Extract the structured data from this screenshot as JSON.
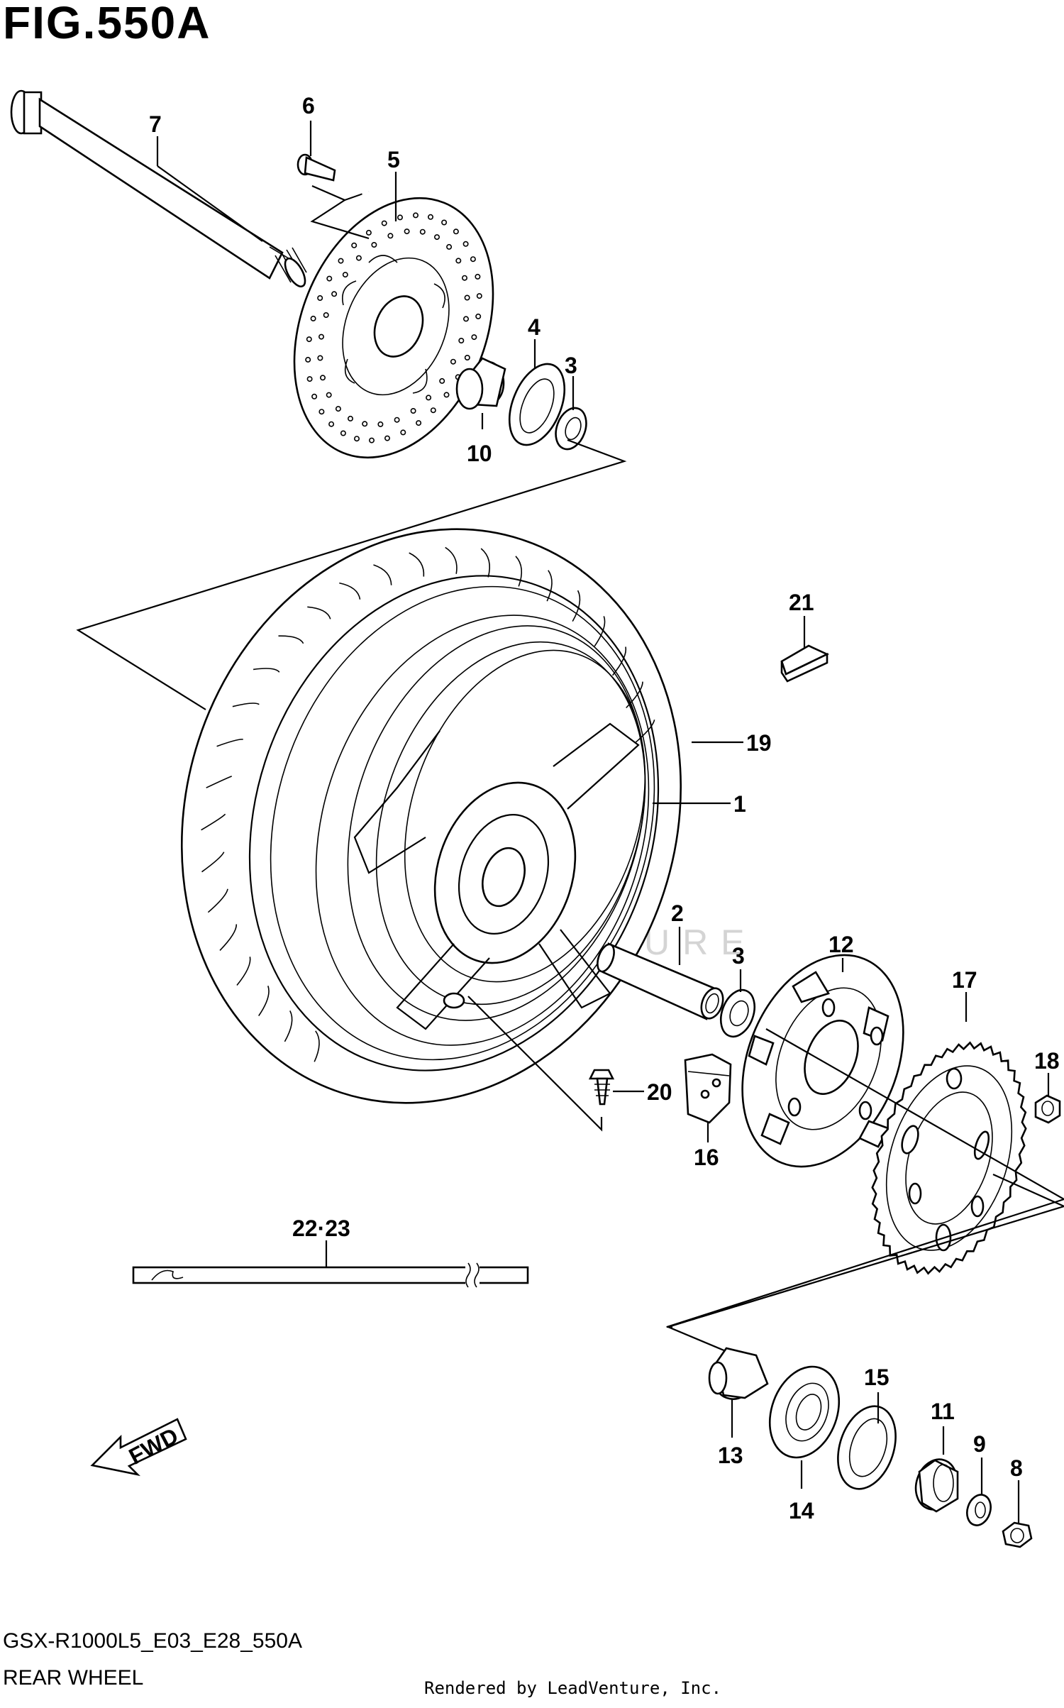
{
  "figure": {
    "title": "FIG.550A",
    "code": "GSX-R1000L5_E03_E28_550A",
    "caption": "REAR WHEEL",
    "credit": "Rendered by LeadVenture, Inc.",
    "watermark": "LEADVENTURE",
    "fwd_label": "FWD"
  },
  "callouts": [
    {
      "id": "c7",
      "label": "7"
    },
    {
      "id": "c6",
      "label": "6"
    },
    {
      "id": "c5",
      "label": "5"
    },
    {
      "id": "c4",
      "label": "4"
    },
    {
      "id": "c3a",
      "label": "3"
    },
    {
      "id": "c10",
      "label": "10"
    },
    {
      "id": "c21",
      "label": "21"
    },
    {
      "id": "c19",
      "label": "19"
    },
    {
      "id": "c1",
      "label": "1"
    },
    {
      "id": "c2",
      "label": "2"
    },
    {
      "id": "c3b",
      "label": "3"
    },
    {
      "id": "c12",
      "label": "12"
    },
    {
      "id": "c17",
      "label": "17"
    },
    {
      "id": "c18",
      "label": "18"
    },
    {
      "id": "c20",
      "label": "20"
    },
    {
      "id": "c16",
      "label": "16"
    },
    {
      "id": "c2223",
      "label": "22·23"
    },
    {
      "id": "c15",
      "label": "15"
    },
    {
      "id": "c11",
      "label": "11"
    },
    {
      "id": "c9",
      "label": "9"
    },
    {
      "id": "c8",
      "label": "8"
    },
    {
      "id": "c13",
      "label": "13"
    },
    {
      "id": "c14",
      "label": "14"
    }
  ]
}
